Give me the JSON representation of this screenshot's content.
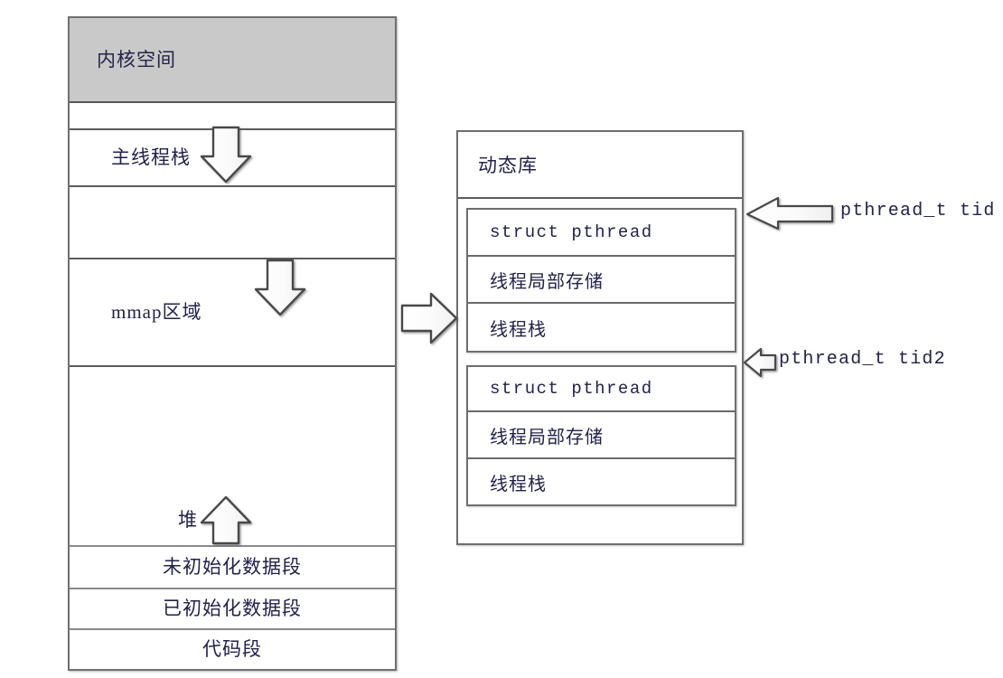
{
  "diagram": {
    "title": "Linux process memory layout with pthread structures",
    "colors": {
      "kernel_fill": "#c9c9c9",
      "box_border": "#6e6e6e",
      "text": "#22224a",
      "background": "#ffffff"
    },
    "memory_column": {
      "name": "process-address-space",
      "segments": [
        {
          "label": "内核空间",
          "kind": "kernel"
        },
        {
          "label": "",
          "kind": "gap"
        },
        {
          "label": "主线程栈",
          "kind": "stack",
          "arrow": "down"
        },
        {
          "label": "",
          "kind": "gap"
        },
        {
          "label": "mmap区域",
          "kind": "mmap",
          "arrow": "down"
        },
        {
          "label": "堆",
          "kind": "heap",
          "arrow": "up"
        },
        {
          "label": "未初始化数据段",
          "kind": "bss"
        },
        {
          "label": "已初始化数据段",
          "kind": "data"
        },
        {
          "label": "代码段",
          "kind": "text"
        }
      ]
    },
    "dynamic_library": {
      "title": "动态库",
      "thread_blocks": [
        {
          "annotation": "pthread_t tid",
          "rows": [
            "struct pthread",
            "线程局部存储",
            "线程栈"
          ]
        },
        {
          "annotation": "pthread_t tid2",
          "rows": [
            "struct pthread",
            "线程局部存储",
            "线程栈"
          ]
        }
      ]
    },
    "arrows": {
      "main_stack_growth": "down-arrow-icon",
      "mmap_growth": "down-arrow-icon",
      "heap_growth": "up-arrow-icon",
      "mmap_to_dynlib": "right-arrow-icon",
      "tid_pointer": "left-arrow-icon",
      "tid2_pointer": "left-arrow-icon"
    }
  }
}
